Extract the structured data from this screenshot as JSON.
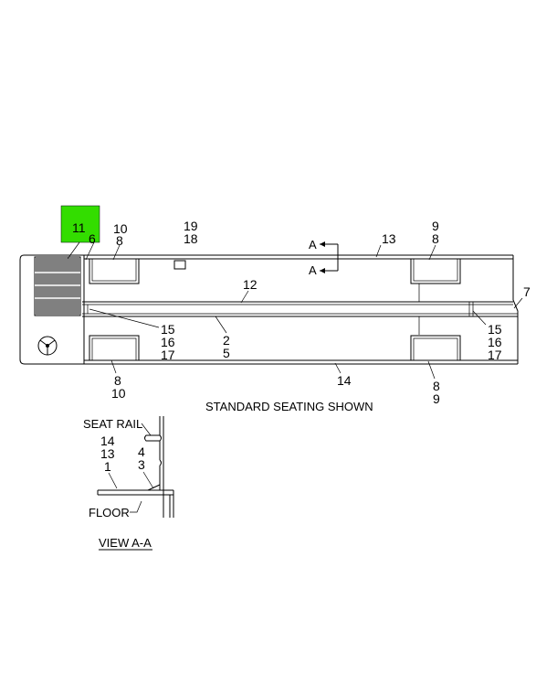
{
  "callout": {
    "number": "11",
    "highlight_color": "#33dd00"
  },
  "labels": {
    "l10_top": "10",
    "l8_top": "8",
    "l19": "19",
    "l18": "18",
    "l9_top": "9",
    "l8_top_right": "8",
    "l6": "6",
    "l13": "13",
    "l12": "12",
    "l7": "7",
    "lA_top": "A",
    "lA_bottom": "A",
    "l15_left": "15",
    "l16_left": "16",
    "l17_left": "17",
    "l2": "2",
    "l5": "5",
    "l15_right": "15",
    "l16_right": "16",
    "l17_right": "17",
    "l8_bottom": "8",
    "l10_bottom": "10",
    "l14": "14",
    "l8_bottom_right": "8",
    "l9_bottom_right": "9"
  },
  "caption": "STANDARD SEATING SHOWN",
  "detail": {
    "seat_rail": "SEAT RAIL",
    "l14": "14",
    "l13": "13",
    "l4": "4",
    "l3": "3",
    "l1": "1",
    "floor": "FLOOR",
    "title": "VIEW A-A"
  }
}
